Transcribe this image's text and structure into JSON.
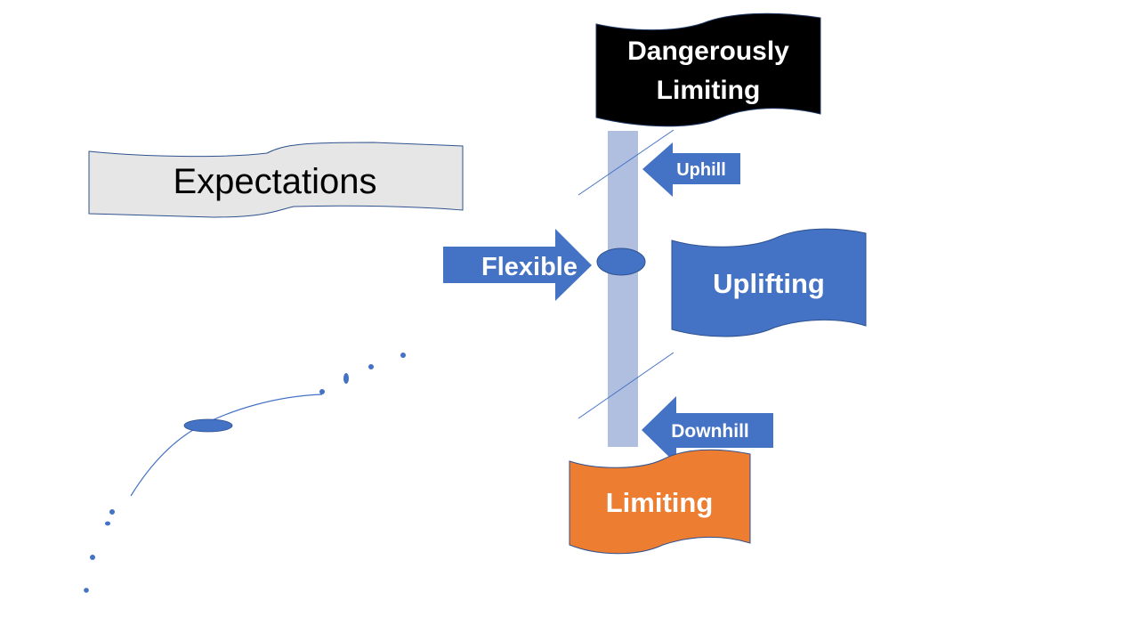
{
  "colors": {
    "blue": "#4472c4",
    "bar": "#b0bfe0",
    "black": "#000000",
    "orange": "#ed7d31",
    "gray": "#e7e6e6",
    "outline": "#2f528f",
    "line": "#4472c4"
  },
  "banners": {
    "expectations": "Expectations",
    "dangerously_limiting": [
      "Dangerously",
      "Limiting"
    ],
    "uplifting": "Uplifting",
    "limiting": "Limiting"
  },
  "arrows": {
    "flexible": "Flexible",
    "uphill": "Uphill",
    "downhill": "Downhill"
  }
}
